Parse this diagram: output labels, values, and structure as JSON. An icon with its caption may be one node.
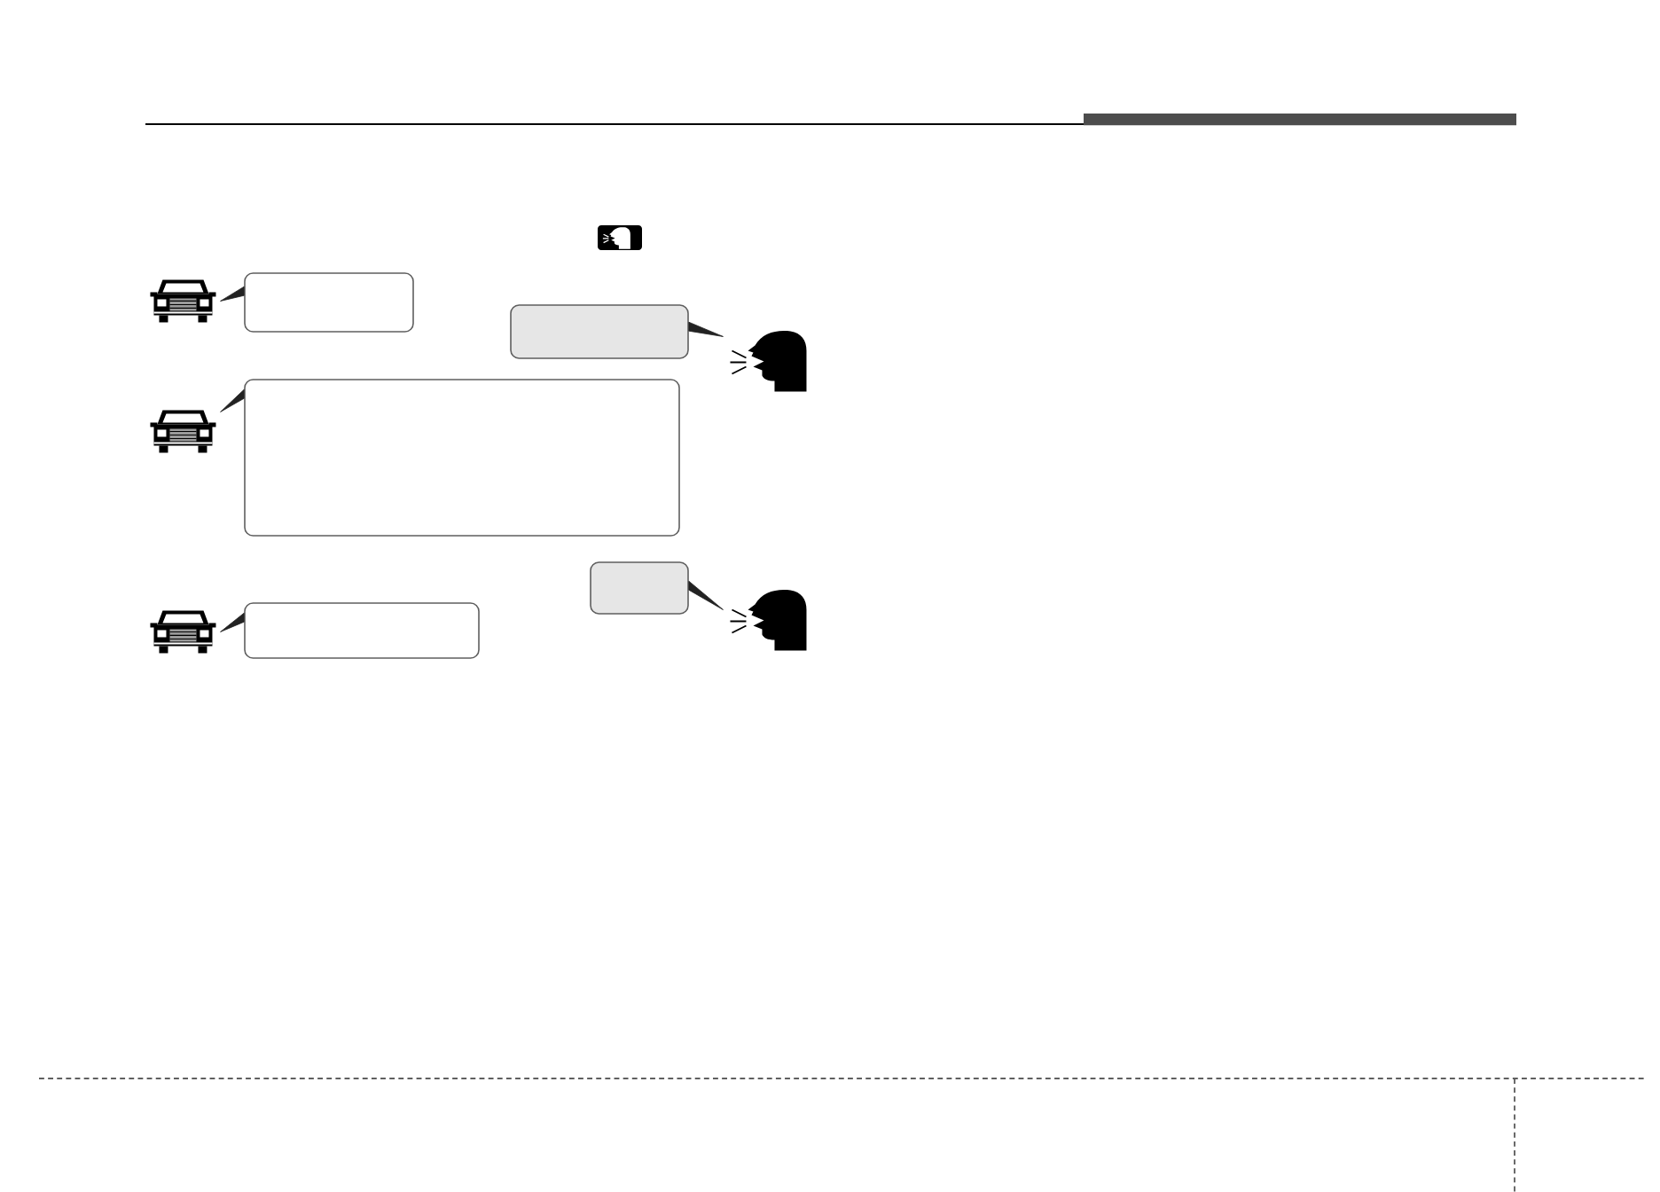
{
  "diagram": {
    "nodes": [
      {
        "text": [],
        "shape": "picture"
      },
      {
        "text": [],
        "shape": "box"
      },
      {
        "text": [],
        "shape": "box"
      },
      {
        "text": [],
        "shape": "person"
      },
      {
        "text": [],
        "shape": "picture"
      },
      {
        "text": [],
        "shape": "box"
      },
      {
        "text": [],
        "shape": "box"
      },
      {
        "text": [],
        "shape": "person"
      },
      {
        "text": [],
        "shape": "picture"
      },
      {
        "text": [],
        "shape": "box"
      }
    ],
    "edges": [
      {
        "from": 1,
        "to": 0,
        "arrow": "to"
      },
      {
        "from": 2,
        "to": 3,
        "arrow": "to"
      },
      {
        "from": 5,
        "to": 4,
        "arrow": "to"
      },
      {
        "from": 6,
        "to": 7,
        "arrow": "to"
      },
      {
        "from": 9,
        "to": 8,
        "arrow": "to"
      }
    ]
  }
}
